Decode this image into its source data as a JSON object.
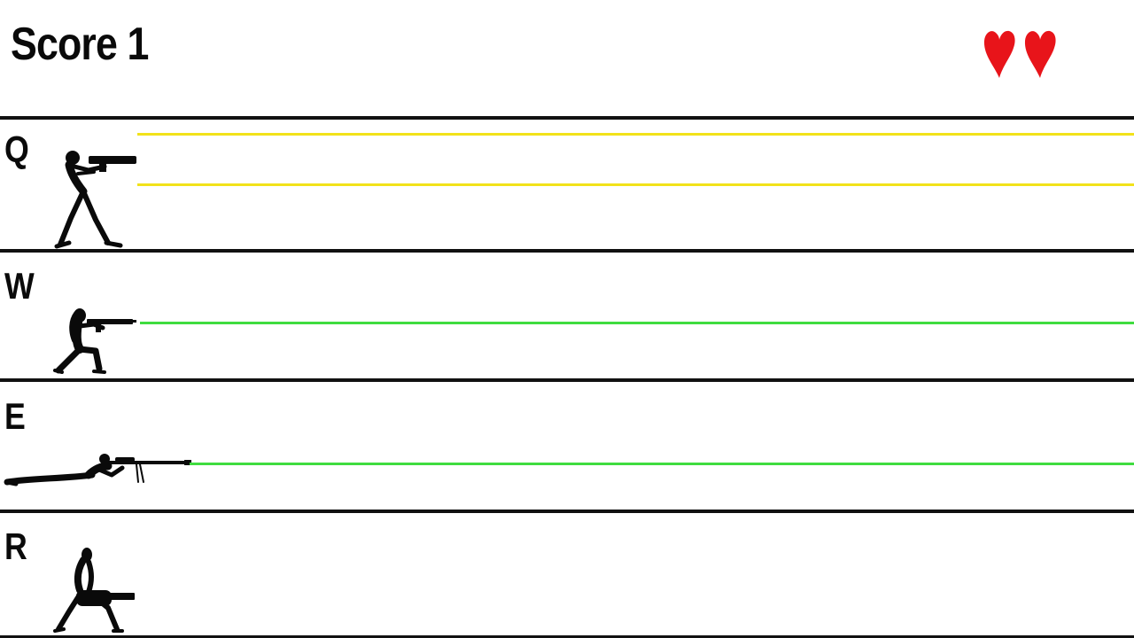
{
  "hud": {
    "score_text": "Score 1",
    "lives": 2,
    "heart_color": "#e8141a",
    "heart_icon": "heart-icon"
  },
  "lanes": [
    {
      "key": "Q",
      "stance": "standing-bazooka",
      "beam_color": "#f2e21a",
      "beam_count": 2
    },
    {
      "key": "W",
      "stance": "kneeling-rifle",
      "beam_color": "#3fdc3f",
      "beam_count": 1
    },
    {
      "key": "E",
      "stance": "prone-sniper",
      "beam_color": "#3fdc3f",
      "beam_count": 1
    },
    {
      "key": "R",
      "stance": "crouching-minigun",
      "beam_color": "",
      "beam_count": 0
    }
  ]
}
